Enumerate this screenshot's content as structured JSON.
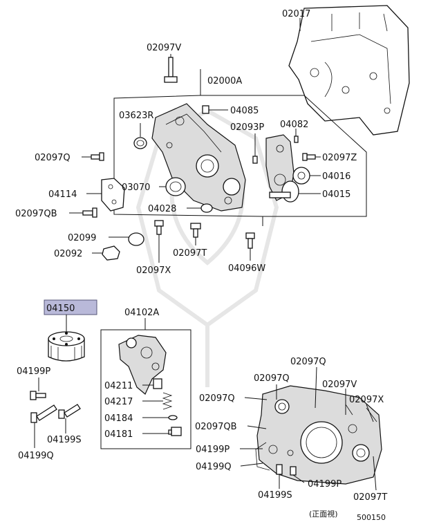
{
  "labels": {
    "p02017": "02017",
    "p02097V_top": "02097V",
    "p02000A": "02000A",
    "p03623R": "03623R",
    "p04085": "04085",
    "p02093P": "02093P",
    "p04082": "04082",
    "p02097Q_left": "02097Q",
    "p02097Z": "02097Z",
    "p04016": "04016",
    "p04114": "04114",
    "p03070": "03070",
    "p04015": "04015",
    "p04028": "04028",
    "p02097QB_left": "02097QB",
    "p02099": "02099",
    "p02092": "02092",
    "p02097T_mid": "02097T",
    "p02097X_mid": "02097X",
    "p04096W": "04096W",
    "p04150": "04150",
    "p04102A": "04102A",
    "p04199P_left": "04199P",
    "p04211": "04211",
    "p04217": "04217",
    "p04184": "04184",
    "p04181": "04181",
    "p04199S_left": "04199S",
    "p04199Q_left": "04199Q",
    "p02097Q_r1": "02097Q",
    "p02097Q_r2": "02097Q",
    "p02097V_r": "02097V",
    "p02097Q_r3": "02097Q",
    "p02097X_r": "02097X",
    "p02097QB_r": "02097QB",
    "p04199P_r1": "04199P",
    "p04199Q_r": "04199Q",
    "p04199P_r2": "04199P",
    "p04199S_r": "04199S",
    "p02097T_r": "02097T"
  },
  "footer": {
    "view_note": "(正面視)",
    "diagram_code": "500150"
  }
}
